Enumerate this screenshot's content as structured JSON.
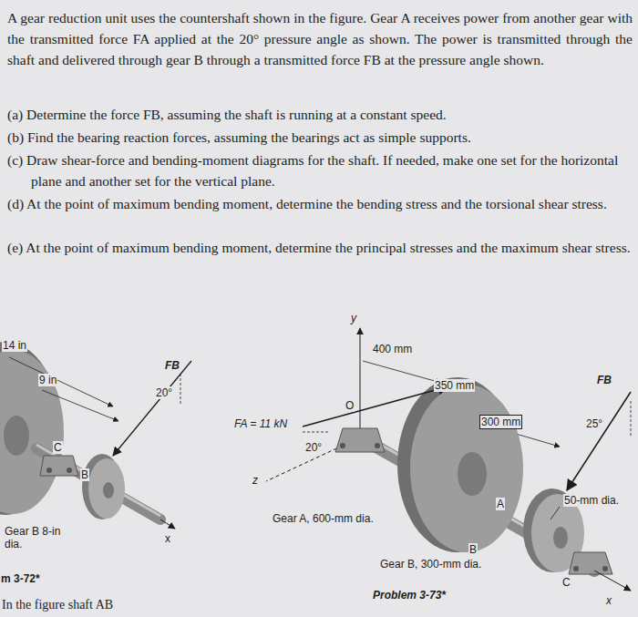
{
  "diagram": {
    "labels": [
      "A gear reduction unit uses the countershaft shown in the figure. Gear A receives power from another gear with the transmitted force FA applied at the 20° pressure angle as shown. The power is transmitted through the shaft and delivered through gear B through a transmitted force FB at the pressure angle shown.",
      "(a) Determine the force FB, assuming the shaft is running at a constant speed.",
      "(b) Find the bearing reaction forces, assuming the bearings act as simple supports.",
      "(c) Draw shear-force and bending-moment diagrams for the shaft. If needed, make one set for the horizontal plane and another set for the vertical plane.",
      "(d) At the point of maximum bending moment, determine the bending stress and the torsional shear stress.",
      "(e) At the point of maximum bending moment, determine the principal stresses and the maximum shear stress.",
      "14 in",
      "9 in",
      "FB",
      "20°",
      "C",
      "B",
      "Gear B 8-in dia.",
      "x",
      "m 3-72*",
      "In the figure shaft AB",
      "y",
      "400 mm",
      "350 mm",
      "300 mm",
      "FB",
      "25°",
      "O",
      "FA = 11 kN",
      "20°",
      "z",
      "50-mm dia.",
      "Gear A, 600-mm dia.",
      "A",
      "B",
      "Gear B, 300-mm dia.",
      "C",
      "x",
      "Problem 3-73*"
    ]
  }
}
